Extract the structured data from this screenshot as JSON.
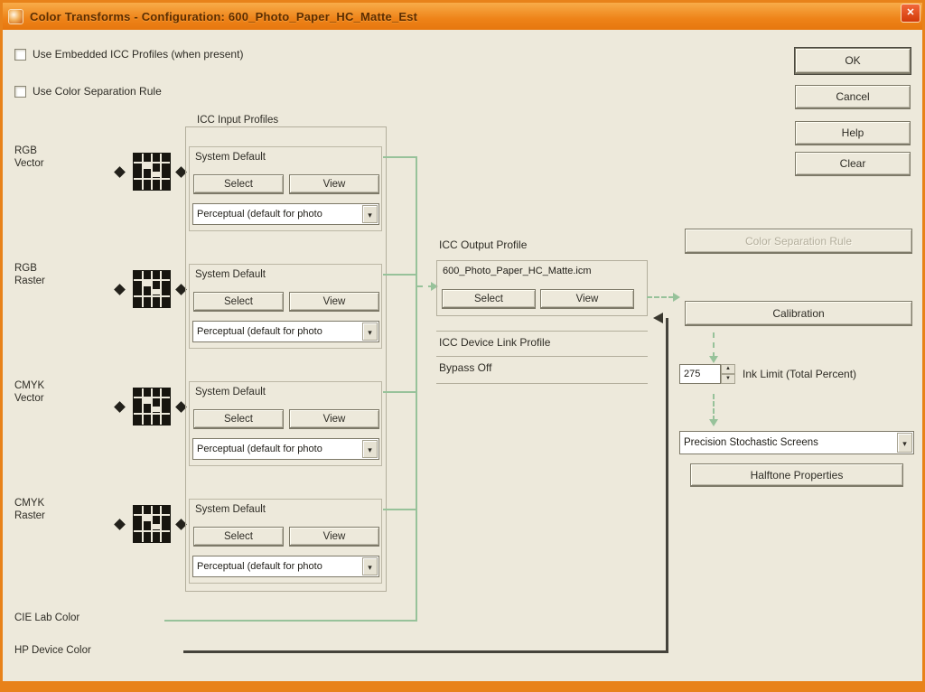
{
  "window": {
    "title": "Color Transforms - Configuration: 600_Photo_Paper_HC_Matte_Est"
  },
  "icons": {
    "close": "✕",
    "dropdown": "▾",
    "spin_up": "▲",
    "spin_down": "▼"
  },
  "checkboxes": [
    {
      "label": "Use Embedded ICC Profiles (when present)",
      "checked": false
    },
    {
      "label": "Use Color Separation Rule",
      "checked": false
    }
  ],
  "dialog_buttons": {
    "ok": "OK",
    "cancel": "Cancel",
    "help": "Help",
    "clear": "Clear"
  },
  "input_group": {
    "title": "ICC Input Profiles",
    "sections": [
      {
        "channel": "RGB",
        "mode": "Vector",
        "profile": "System Default",
        "select_label": "Select",
        "view_label": "View",
        "intent": "Perceptual (default for photo"
      },
      {
        "channel": "RGB",
        "mode": "Raster",
        "profile": "System Default",
        "select_label": "Select",
        "view_label": "View",
        "intent": "Perceptual (default for photo"
      },
      {
        "channel": "CMYK",
        "mode": "Vector",
        "profile": "System Default",
        "select_label": "Select",
        "view_label": "View",
        "intent": "Perceptual (default for photo"
      },
      {
        "channel": "CMYK",
        "mode": "Raster",
        "profile": "System Default",
        "select_label": "Select",
        "view_label": "View",
        "intent": "Perceptual (default for photo"
      }
    ]
  },
  "output_panel": {
    "title": "ICC Output Profile",
    "profile": "600_Photo_Paper_HC_Matte.icm",
    "select_label": "Select",
    "view_label": "View",
    "device_link_label": "ICC Device Link Profile",
    "device_link_value": "Bypass Off"
  },
  "right_panel": {
    "color_separation_rule_label": "Color Separation Rule",
    "calibration_label": "Calibration",
    "ink_limit_value": "275",
    "ink_limit_label": "Ink Limit (Total Percent)",
    "screens_value": "Precision Stochastic Screens",
    "halftone_label": "Halftone Properties"
  },
  "flow": {
    "cie_label": "CIE Lab Color",
    "device_label": "HP Device Color"
  },
  "colors": {
    "accent_orange": "#E8821A",
    "connector_green": "#97C29A",
    "connector_dark": "#45433B",
    "dialog_bg": "#EDE9DB"
  }
}
